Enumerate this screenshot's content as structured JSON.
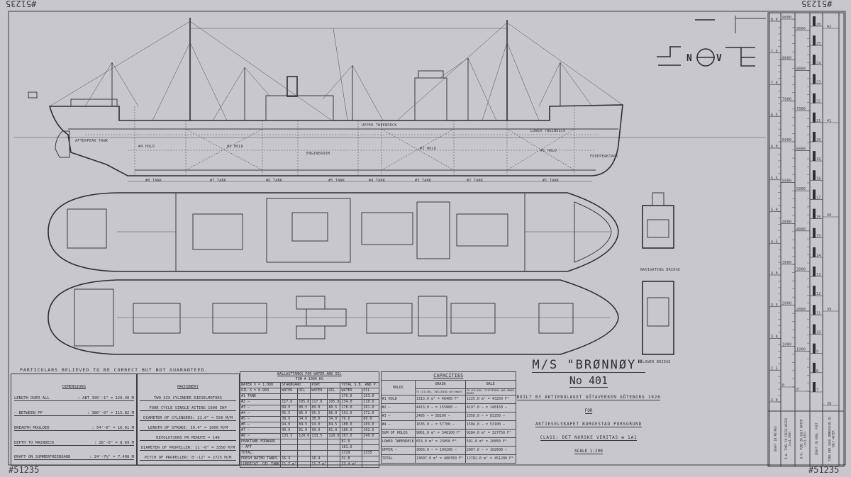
{
  "drawing_number": "#51235",
  "profile": {
    "compartments": [
      "AFTERPEAK TANK",
      "#4 HOLD",
      "#3 HOLD",
      "ENGINEROOM",
      "UPPER TWEENDECK",
      "#2 HOLD",
      "LOWER TWEENDECK",
      "#1 HOLD",
      "FOREPEAKTANK"
    ],
    "tanks": [
      "#8 TANK",
      "#7 TANK",
      "#6 TANK",
      "#5 TANK",
      "#4 TANK",
      "#3 TANK",
      "#2 TANK",
      "#1 TANK"
    ]
  },
  "bridge_plans": {
    "navigating": "NAVIGATING BRIDGE",
    "lower": "LOWER BRIDGE"
  },
  "signal": {
    "left": "N",
    "right": "V"
  },
  "title_block": {
    "ship_name": "M/S \"BRØNNØY\"",
    "number": "No 401",
    "builder": "BUILT BY AKTIEBOLAGET GÖTAVERKEN GÖTEBORG 1926",
    "for": "FOR",
    "owner": "AKTIESELSKAPET BORGESTAD PORSGRUND",
    "class": "CLASS: DET NORSKE VERITAS ✠ 1A1",
    "scale": "SCALE 1:200"
  },
  "particulars": {
    "heading": "PARTICULARS BELIEVED TO BE CORRECT BUT NOT GUARANTEED.",
    "dimensions_title": "DIMENSIONS",
    "dimensions": [
      {
        "label": "LENGTH OVER ALL",
        "value": ": ABT 395'-1\" = 120.40 M"
      },
      {
        "label": "–   BETWEEN PP",
        "value": ": 380'-0\" = 115.82 M"
      },
      {
        "label": "BREADTH MOULDED",
        "value": ": 54'-6\" = 16.61 M"
      },
      {
        "label": "DEPTH TO MAINDECK",
        "value": ": 28'-6\" = 8.69 M"
      },
      {
        "label": "DRAFT ON SUMMERFREEBOARD",
        "value": ": 24'-7½\" = 7.498 M"
      }
    ],
    "machinery_title": "MACHINERY",
    "machinery": [
      "TWO SIX CYLINDER DIESELMOTORS",
      "FOUR CYCLE SINGLE ACTING 1600 IHP",
      "DIAMETER OF CYLINDERS: 21.6\" = 550 M/M",
      "LENGTH OF STROKE: 39.4\" = 1000 M/M",
      "REVOLUTIONS PR MINUTE = 140",
      "DIAMETER OF PROPELLER: 11'-0\" = 3350 M/M",
      "PITCH OF PROPELLER: 8'-11\" = 2725 M/M"
    ]
  },
  "ballast": {
    "title": "BALLASTTANKS FOR WATER AND OIL",
    "subtitle": "TON A 1000 KG",
    "head1": [
      "WATER X = 1.000",
      "STARBOARD",
      "PORT",
      "TOTAL S.B. AND P."
    ],
    "head2": [
      "OIL X = 0.904",
      "WATER",
      "OIL",
      "WATER",
      "OIL",
      "WATER",
      "OIL"
    ],
    "rows": [
      [
        "#1 TANK",
        "",
        "",
        "",
        "",
        "170.0",
        "153.0"
      ],
      [
        "#2 —",
        "117.0",
        "105.8",
        "117.0",
        "105.8",
        "234.0",
        "210.0"
      ],
      [
        "#3 —",
        "89.0",
        "80.5",
        "89.0",
        "80.5",
        "178.0",
        "161.0"
      ],
      [
        "#4 —",
        "95.5",
        "86.0",
        "95.5",
        "86.0",
        "191.0",
        "172.0"
      ],
      [
        "#5 —",
        "38.0",
        "34.0",
        "38.0",
        "34.0",
        "76.0",
        "68.0"
      ],
      [
        "#6 —",
        "94.0",
        "84.5",
        "94.0",
        "84.5",
        "188.0",
        "169.0"
      ],
      [
        "#7 —",
        "90.0",
        "81.0",
        "90.0",
        "81.0",
        "180.0",
        "162.0"
      ],
      [
        "#8 —",
        "133.5",
        "120.0",
        "133.5",
        "120.0",
        "267.0",
        "240.0"
      ],
      [
        "PEAKTANK FORWARD",
        "",
        "",
        "",
        "",
        "81.0",
        ""
      ],
      [
        "— AFT",
        "",
        "",
        "",
        "",
        "163.0",
        ""
      ],
      [
        "TOTAL:",
        "",
        "",
        "",
        "",
        "1729",
        "1335"
      ],
      [
        "FRESH WATER TANKS",
        "16.4",
        "",
        "16.4",
        "",
        "32.8",
        ""
      ],
      [
        "LUBRICAT. OIL TANK",
        "11.7 m³",
        "",
        "11.7 m³",
        "",
        "23.4 m³",
        ""
      ]
    ]
  },
  "capacities": {
    "title": "CAPACITIES",
    "head": [
      "HOLDS",
      "GRAIN",
      "BALE"
    ],
    "subhead": [
      "TO CEILING, INCLUDING HATCHWAYS",
      "TO CEILING, STIFFENERS AND UNDER BEAMS"
    ],
    "rows": [
      [
        "#1 HOLD",
        "1313.0 m³ = 46400 F³",
        "1225.0 m³ = 43250 F³"
      ],
      [
        "#2 —",
        "4413.0 — = 155800 —",
        "4197.0 — = 148150 —"
      ],
      [
        "#3 —",
        "2495 — = 88100 —",
        "2358.0 — = 83250 —"
      ],
      [
        "#4 —",
        "1635.0 — = 57700 —",
        "1504.0 — = 53100 —"
      ],
      [
        "SUM OF HOLDS",
        "9861.0 m³ = 348100 F³",
        "9284.0 m³ = 327750 F³"
      ],
      [
        "LOWER TWEENDECK",
        "653.0 m³ = 23050 F³",
        "591.0 m³ = 20850 F³"
      ],
      [
        "UPPER —",
        "3093.0 — = 109200 —",
        "2907.0 — = 102600 —"
      ],
      [
        "TOTAL",
        "13607.0 m³ = 480350 F³",
        "12782.0 m³ = 451200 F³"
      ]
    ]
  },
  "scale_chart": {
    "column_labels": [
      "DRAFT IN METRES",
      "D.W. TONS IN FRESH WATER (γ=1.000)",
      "D.W. TONS IN SALT WATER (γ=1.025)",
      "DRAFT IN ENGL. FEET",
      "TONS PER INCH IMMERSION IN SALT WATER"
    ],
    "draft_metres": [
      "8.0",
      "7.5",
      "7.0",
      "6.5",
      "6.0",
      "5.5",
      "5.0",
      "4.5",
      "4.0",
      "3.5",
      "3.0",
      "2.5",
      "2.0"
    ],
    "dw_fresh": [
      "9000",
      "8000",
      "7000",
      "6000",
      "5000",
      "4000",
      "3000",
      "2000",
      "1000",
      "0"
    ],
    "dw_salt": [
      "9000",
      "8000",
      "7000",
      "6000",
      "5000",
      "4000",
      "3000",
      "2000",
      "1000",
      "0"
    ],
    "draft_feet": [
      "26",
      "25",
      "24",
      "23",
      "22",
      "21",
      "20",
      "19",
      "18",
      "17",
      "16",
      "15",
      "14",
      "13",
      "12",
      "11",
      "10",
      "9",
      "8",
      "7"
    ],
    "tons_per_inch": [
      "42",
      "41",
      "40",
      "39",
      "38"
    ]
  }
}
